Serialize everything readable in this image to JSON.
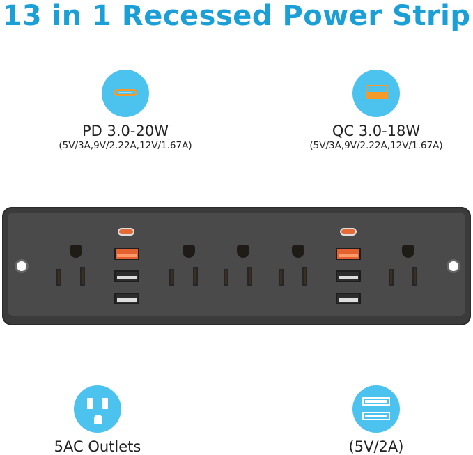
{
  "title": "13 in 1 Recessed Power Strip",
  "colors": {
    "title": "#1a9fd6",
    "icon_circle": "#4cc3ee",
    "accent_orange": "#f39a2a",
    "strip": "#4a4a4a"
  },
  "features": [
    {
      "icon": "usb-c-icon",
      "label": "PD 3.0-20W",
      "sub": "(5V/3A,9V/2.22A,12V/1.67A)"
    },
    {
      "icon": "usb-a-icon",
      "label": "QC 3.0-18W",
      "sub": "(5V/3A,9V/2.22A,12V/1.67A)"
    },
    {
      "icon": "ac-outlet-icon",
      "label": "5AC Outlets"
    },
    {
      "icon": "dual-usb-icon",
      "label": "(5V/2A)"
    }
  ],
  "strip": {
    "ac_outlets": 5,
    "usb_c_ports": 2,
    "qc_usb_a_ports": 2,
    "usb_a_ports": 4
  }
}
